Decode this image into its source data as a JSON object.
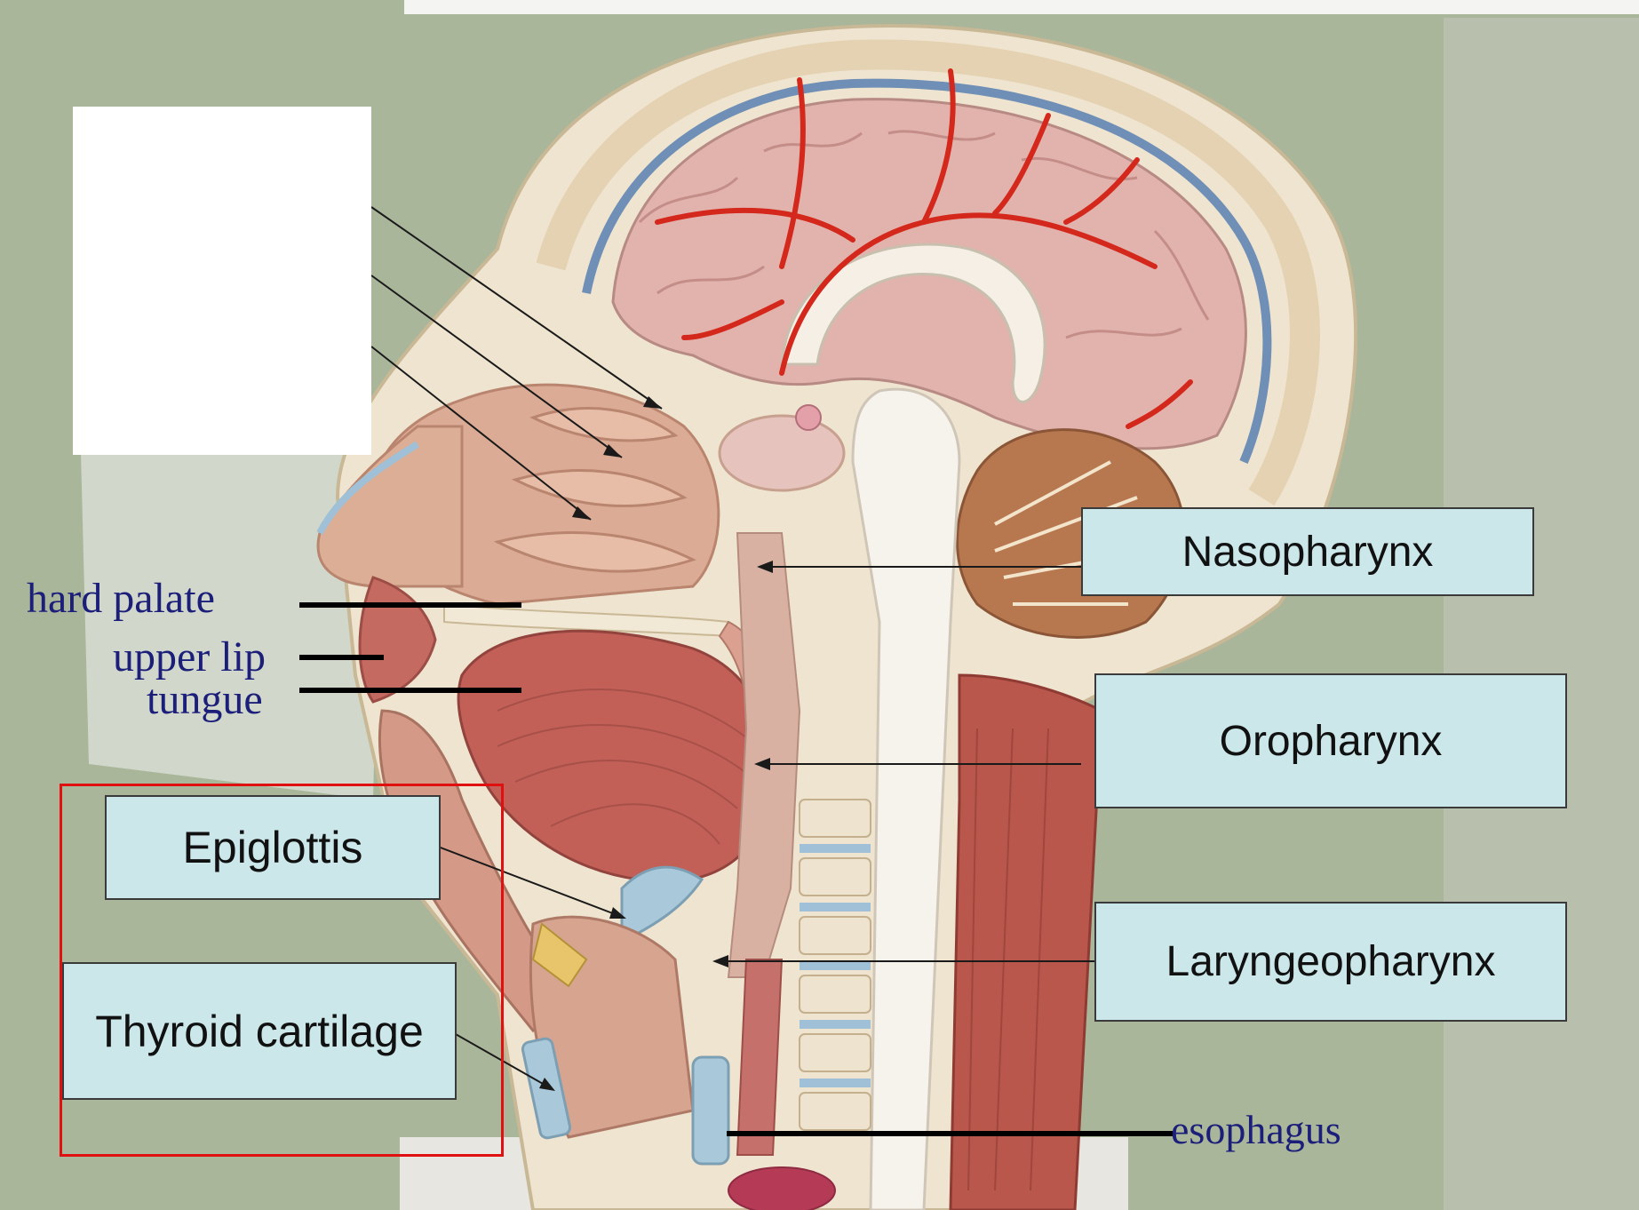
{
  "labels": {
    "nasopharynx": "Nasopharynx",
    "oropharynx": "Oropharynx",
    "laryngeopharynx": "Laryngeopharynx",
    "epiglottis": "Epiglottis",
    "thyroid_cartilage": "Thyroid cartilage",
    "hard_palate": "hard palate",
    "upper_lip": "upper lip",
    "tungue": "tungue",
    "esophagus": "esophagus"
  },
  "colors": {
    "label_box_fill": "#cbe7ea",
    "serif_label_text": "#1c1f7a",
    "highlight_frame": "#e01010",
    "background_wall": "#a9b69a",
    "brain": "#e2b3ad",
    "artery": "#d4281c",
    "muscle": "#b9574d",
    "bone": "#f1e9d8",
    "cartilage_blue": "#a9c9db",
    "skin": "#d9a08a"
  }
}
